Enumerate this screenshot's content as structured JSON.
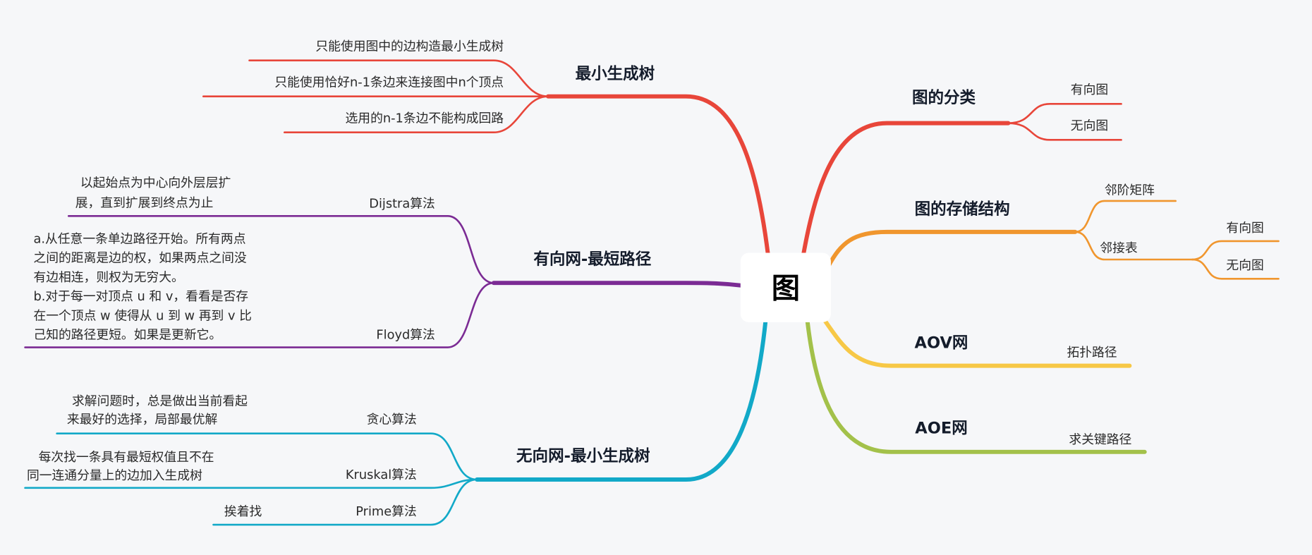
{
  "root": "图",
  "colors": {
    "background": "#f6f7f9",
    "red": "#e8463a",
    "orange": "#f0962e",
    "yellow": "#f7c846",
    "green": "#a3c14a",
    "cyan": "#12a9c8",
    "purple": "#7b2b94"
  },
  "branches": {
    "mst": {
      "label": "最小生成树",
      "children": [
        "只能使用图中的边构造最小生成树",
        "只能使用恰好n-1条边来连接图中n个顶点",
        "选用的n-1条边不能构成回路"
      ]
    },
    "shortest": {
      "label": "有向网-最短路径",
      "dijstra": {
        "label": "Dijstra算法",
        "note": [
          "以起始点为中心向外层层扩",
          "展，直到扩展到终点为止"
        ]
      },
      "floyd": {
        "label": "Floyd算法",
        "note": [
          "a.从任意一条单边路径开始。所有两点",
          "之间的距离是边的权，如果两点之间没",
          "有边相连，则权为无穷大。",
          "b.对于每一对顶点 u 和 v，看看是否存",
          "在一个顶点 w 使得从 u 到 w 再到 v 比",
          "己知的路径更短。如果是更新它。"
        ]
      }
    },
    "undirected": {
      "label": "无向网-最小生成树",
      "greedy": {
        "label": "贪心算法",
        "note": [
          "求解问题时，总是做出当前看起",
          "来最好的选择，局部最优解"
        ]
      },
      "kruskal": {
        "label": "Kruskal算法",
        "note": [
          "每次找一条具有最短权值且不在",
          "同一连通分量上的边加入生成树"
        ]
      },
      "prime": {
        "label": "Prime算法",
        "note": [
          "挨着找"
        ]
      }
    },
    "classify": {
      "label": "图的分类",
      "children": [
        "有向图",
        "无向图"
      ]
    },
    "storage": {
      "label": "图的存储结构",
      "matrix": "邻阶矩阵",
      "adjlist": {
        "label": "邻接表",
        "children": [
          "有向图",
          "无向图"
        ]
      }
    },
    "aov": {
      "label": "AOV网",
      "child": "拓扑路径"
    },
    "aoe": {
      "label": "AOE网",
      "child": "求关键路径"
    }
  }
}
